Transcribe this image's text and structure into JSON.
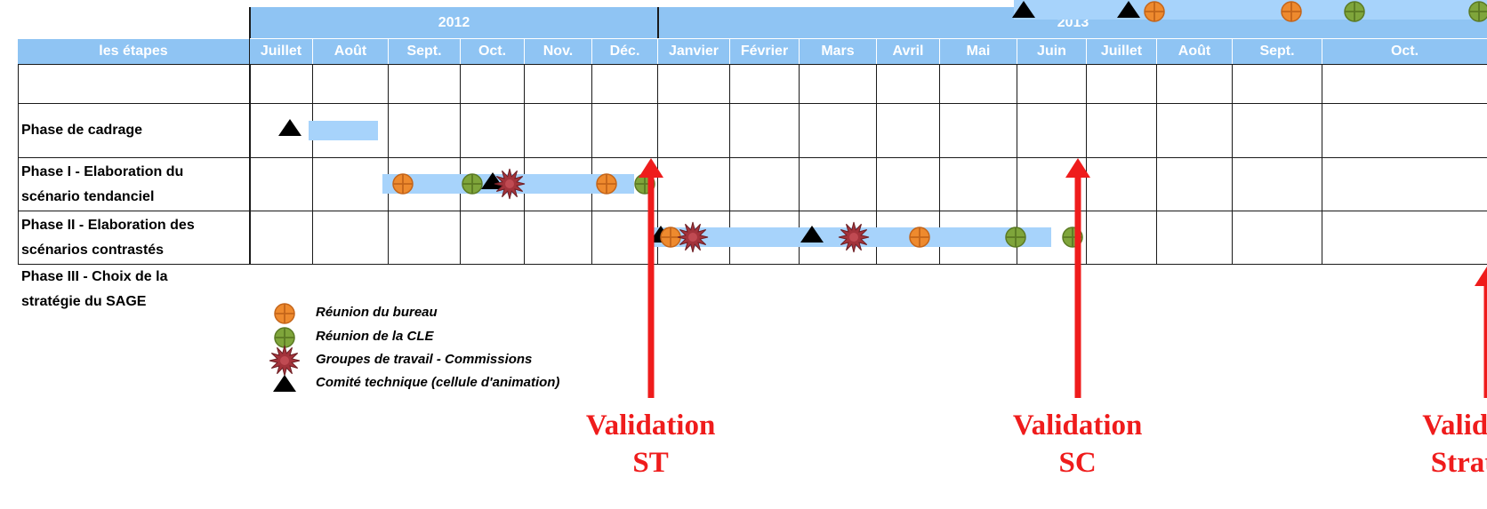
{
  "header": {
    "first_col": "les étapes",
    "years": [
      {
        "label": "2012",
        "start": 0,
        "span": 6
      },
      {
        "label": "2013",
        "start": 6,
        "span": 10
      }
    ],
    "months": [
      "Juillet",
      "Août",
      "Sept.",
      "Oct.",
      "Nov.",
      "Déc.",
      "Janvier",
      "Février",
      "Mars",
      "Avril",
      "Mai",
      "Juin",
      "Juillet",
      "Août",
      "Sept.",
      "Oct."
    ]
  },
  "phases": [
    {
      "label_lines": [
        "Phase de cadrage"
      ],
      "bar": {
        "start": 0.95,
        "end": 1.87
      },
      "markers": [
        {
          "type": "triangle",
          "at": 0.65
        }
      ]
    },
    {
      "label_lines": [
        "Phase I - Elaboration du",
        "scénario tendanciel"
      ],
      "bar": {
        "start": 1.93,
        "end": 5.65
      },
      "markers": [
        {
          "type": "bureau",
          "at": 2.21
        },
        {
          "type": "cle",
          "at": 3.19
        },
        {
          "type": "triangle",
          "at": 3.52
        },
        {
          "type": "groupe",
          "at": 3.78
        },
        {
          "type": "bureau",
          "at": 5.23
        },
        {
          "type": "cle",
          "at": 5.81
        }
      ]
    },
    {
      "label_lines": [
        "Phase II - Elaboration des",
        "scénarios contrastés"
      ],
      "bar": {
        "start": 5.94,
        "end": 11.5
      },
      "markers": [
        {
          "type": "triangle",
          "at": 6.05
        },
        {
          "type": "bureau",
          "at": 6.19
        },
        {
          "type": "groupe",
          "at": 6.49
        },
        {
          "type": "triangle",
          "at": 8.17
        },
        {
          "type": "groupe",
          "at": 8.71
        },
        {
          "type": "bureau",
          "at": 9.69
        },
        {
          "type": "cle",
          "at": 10.99
        },
        {
          "type": "cle",
          "at": 11.81
        }
      ]
    },
    {
      "label_lines": [
        "Phase III - Choix de la",
        "stratégie du SAGE"
      ],
      "bar": {
        "start": 10.96,
        "end": 16.0
      },
      "markers": [
        {
          "type": "triangle",
          "at": 11.1
        },
        {
          "type": "triangle",
          "at": 12.61
        },
        {
          "type": "bureau",
          "at": 12.98
        },
        {
          "type": "bureau",
          "at": 14.66
        },
        {
          "type": "cle",
          "at": 15.2
        },
        {
          "type": "cle",
          "at": 15.95
        }
      ]
    }
  ],
  "legend": [
    {
      "type": "bureau",
      "label": "Réunion du bureau"
    },
    {
      "type": "cle",
      "label": "Réunion de la CLE"
    },
    {
      "type": "groupe",
      "label": "Groupes de travail - Commissions"
    },
    {
      "type": "triangle",
      "label": "Comité technique (cellule d'animation)"
    }
  ],
  "validations": [
    {
      "lines": [
        "Validation",
        "ST"
      ],
      "at": 5.9
    },
    {
      "lines": [
        "Validation",
        "SC"
      ],
      "at": 11.88
    },
    {
      "lines": [
        "Validation",
        "Stratégie"
      ],
      "at": 16.0
    }
  ],
  "colors": {
    "header": "#8fc4f3",
    "bar": "#a7d3fb",
    "bureau_fill": "#ee8a2e",
    "bureau_stroke": "#c4651a",
    "cle_fill": "#7fa53b",
    "cle_stroke": "#5b7a24",
    "groupe_fill": "#a3333b",
    "groupe_stroke": "#6e1f24",
    "validation": "#ef1c1c"
  }
}
